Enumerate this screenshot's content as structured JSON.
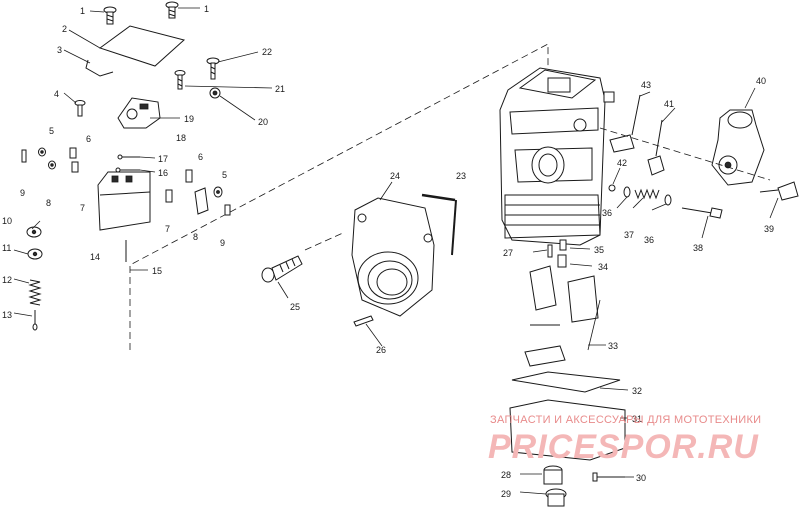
{
  "callouts": {
    "c1a": "1",
    "c1b": "1",
    "c2": "2",
    "c3": "3",
    "c4": "4",
    "c5a": "5",
    "c5b": "5",
    "c6a": "6",
    "c6b": "6",
    "c7a": "7",
    "c7b": "7",
    "c8a": "8",
    "c8b": "8",
    "c9a": "9",
    "c9b": "9",
    "c10": "10",
    "c11": "11",
    "c12": "12",
    "c13": "13",
    "c14": "14",
    "c15": "15",
    "c16": "16",
    "c17": "17",
    "c18": "18",
    "c19": "19",
    "c20": "20",
    "c21": "21",
    "c22": "22",
    "c23": "23",
    "c24": "24",
    "c25": "25",
    "c26": "26",
    "c27": "27",
    "c28": "28",
    "c29": "29",
    "c30": "30",
    "c31": "31",
    "c32": "32",
    "c33": "33",
    "c34": "34",
    "c35": "35",
    "c36a": "36",
    "c36b": "36",
    "c37": "37",
    "c38": "38",
    "c39": "39",
    "c40": "40",
    "c41": "41",
    "c42": "42",
    "c43": "43"
  },
  "watermark": {
    "tagline": "ЗАПЧАСТИ И АКСЕССУАРЫ ДЛЯ МОТОТЕХНИКИ",
    "logo": "PRICESPOR.RU"
  }
}
